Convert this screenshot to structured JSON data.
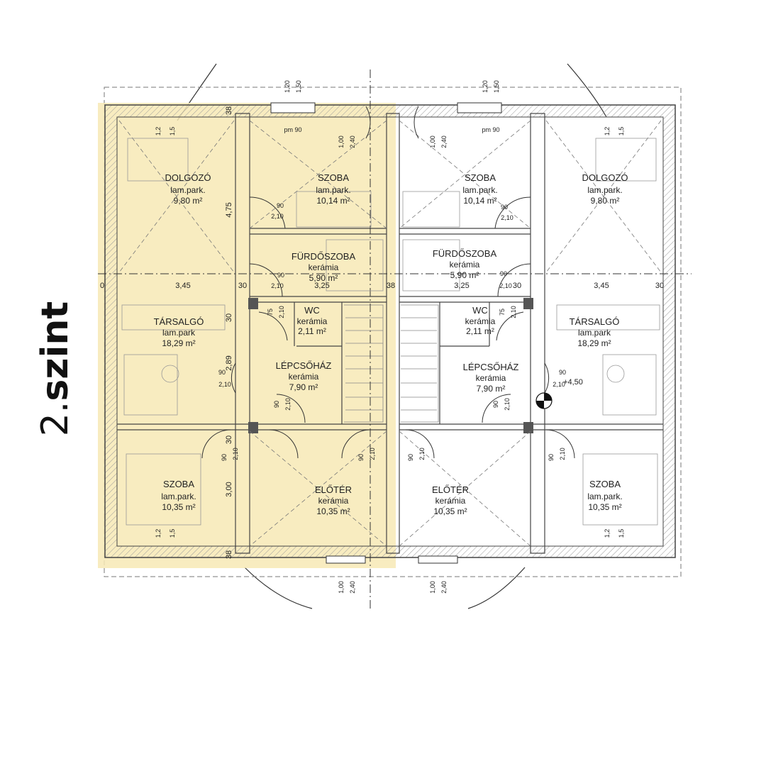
{
  "floor": {
    "level": "2.",
    "word": "szint"
  },
  "colors": {
    "highlight": "#f7e9b5",
    "wall": "#444444",
    "hatch": "#9a9a9a",
    "line": "#555555"
  },
  "rooms": [
    {
      "id": "l-dolgozo",
      "name": "DOLGOZÓ",
      "floor": "lam.park.",
      "area": "9,80 m²"
    },
    {
      "id": "l-szoba-top",
      "name": "SZOBA",
      "floor": "lam.park.",
      "area": "10,14 m²"
    },
    {
      "id": "l-furdo",
      "name": "FÜRDŐSZOBA",
      "floor": "kerámia",
      "area": "5,90 m²"
    },
    {
      "id": "l-wc",
      "name": "WC",
      "floor": "kerámia",
      "area": "2,11 m²"
    },
    {
      "id": "l-tarsalgo",
      "name": "TÁRSALGÓ",
      "floor": "lam.park",
      "area": "18,29 m²"
    },
    {
      "id": "l-lepcso",
      "name": "LÉPCSŐHÁZ",
      "floor": "kerámia",
      "area": "7,90 m²"
    },
    {
      "id": "l-szoba-bot",
      "name": "SZOBA",
      "floor": "lam.park.",
      "area": "10,35 m²"
    },
    {
      "id": "l-eloter",
      "name": "ELŐTÉR",
      "floor": "kerámia",
      "area": "10,35 m²"
    },
    {
      "id": "r-szoba-top",
      "name": "SZOBA",
      "floor": "lam.park.",
      "area": "10,14 m²"
    },
    {
      "id": "r-dolgozo",
      "name": "DOLGOZÓ",
      "floor": "lam.park.",
      "area": "9,80 m²"
    },
    {
      "id": "r-furdo",
      "name": "FÜRDŐSZOBA",
      "floor": "kerámia",
      "area": "5,90 m²"
    },
    {
      "id": "r-wc",
      "name": "WC",
      "floor": "kerámia",
      "area": "2,11 m²"
    },
    {
      "id": "r-tarsalgo",
      "name": "TÁRSALGÓ",
      "floor": "lam.park",
      "area": "18,29 m²"
    },
    {
      "id": "r-lepcso",
      "name": "LÉPCSŐHÁZ",
      "floor": "kerámia",
      "area": "7,90 m²"
    },
    {
      "id": "r-eloter",
      "name": "ELŐTÉR",
      "floor": "kerámia",
      "area": "10,35 m²"
    },
    {
      "id": "r-szoba-bot",
      "name": "SZOBA",
      "floor": "lam.park.",
      "area": "10,35 m²"
    }
  ],
  "dims": {
    "d345": "3,45",
    "d30": "30",
    "d325": "3,25",
    "d38": "38",
    "d0": "0",
    "d475": "4,75",
    "d289": "2,89",
    "d300": "3,00",
    "d90": "90",
    "d210": "2,10",
    "d100": "1,00",
    "d240": "2,40",
    "d120": "1,20",
    "d150": "1,50",
    "d12": "1,2",
    "d15": "1,5",
    "d75": "75",
    "d450": "+4,50",
    "pm": "pm 90"
  }
}
